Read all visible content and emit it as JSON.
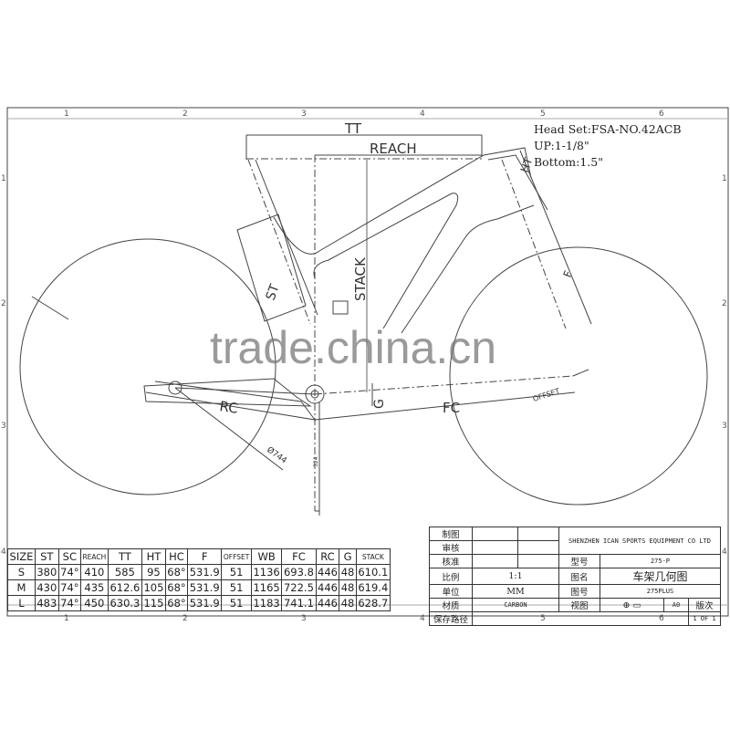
{
  "grid": {
    "columns": [
      "1",
      "2",
      "3",
      "4",
      "5",
      "6"
    ],
    "rows": [
      "1",
      "2",
      "3",
      "4"
    ]
  },
  "drawing": {
    "labels": {
      "tt": "TT",
      "reach": "REACH",
      "stack": "STACK",
      "st": "ST",
      "ht": "HT",
      "f": "F",
      "rc": "RC",
      "fc": "FC",
      "g": "G",
      "offset": "OFFSET",
      "wheel": "Ø744",
      "bb_drop": "324"
    }
  },
  "notes": {
    "headset": "Head Set:FSA-NO.42ACB",
    "up": "UP:1-1/8\"",
    "bottom": "Bottom:1.5\""
  },
  "watermark": "trade.china.cn",
  "geometry_table": {
    "headers": [
      "SIZE",
      "ST",
      "SC",
      "REACH",
      "TT",
      "HT",
      "HC",
      "F",
      "OFFSET",
      "WB",
      "FC",
      "RC",
      "G",
      "STACK"
    ],
    "rows": [
      [
        "S",
        "380",
        "74°",
        "410",
        "585",
        "95",
        "68°",
        "531.9",
        "51",
        "1136",
        "693.8",
        "446",
        "48",
        "610.1"
      ],
      [
        "M",
        "430",
        "74°",
        "435",
        "612.6",
        "105",
        "68°",
        "531.9",
        "51",
        "1165",
        "722.5",
        "446",
        "48",
        "619.4"
      ],
      [
        "L",
        "483",
        "74°",
        "450",
        "630.3",
        "115",
        "68°",
        "531.9",
        "51",
        "1183",
        "741.1",
        "446",
        "48",
        "628.7"
      ]
    ]
  },
  "title_block": {
    "drawn_by": "制图",
    "reviewed": "审核",
    "approved": "核准",
    "scale_label": "比例",
    "scale": "1:1",
    "unit_label": "单位",
    "unit": "MM",
    "material_label": "材质",
    "material": "CARBON",
    "path_label": "保存路径",
    "company": "SHENZHEN ICAN SPORTS EQUIPMENT CO LTD",
    "model_label": "型号",
    "model": "275-P",
    "name_label": "图名",
    "name": "车架几何图",
    "drawing_no_label": "图号",
    "drawing_no": "275PLUS",
    "view_label": "视图",
    "view_symbol": "⊕ ▭",
    "size": "A0",
    "revision_label": "版次",
    "sheet": "1  OF  1"
  }
}
